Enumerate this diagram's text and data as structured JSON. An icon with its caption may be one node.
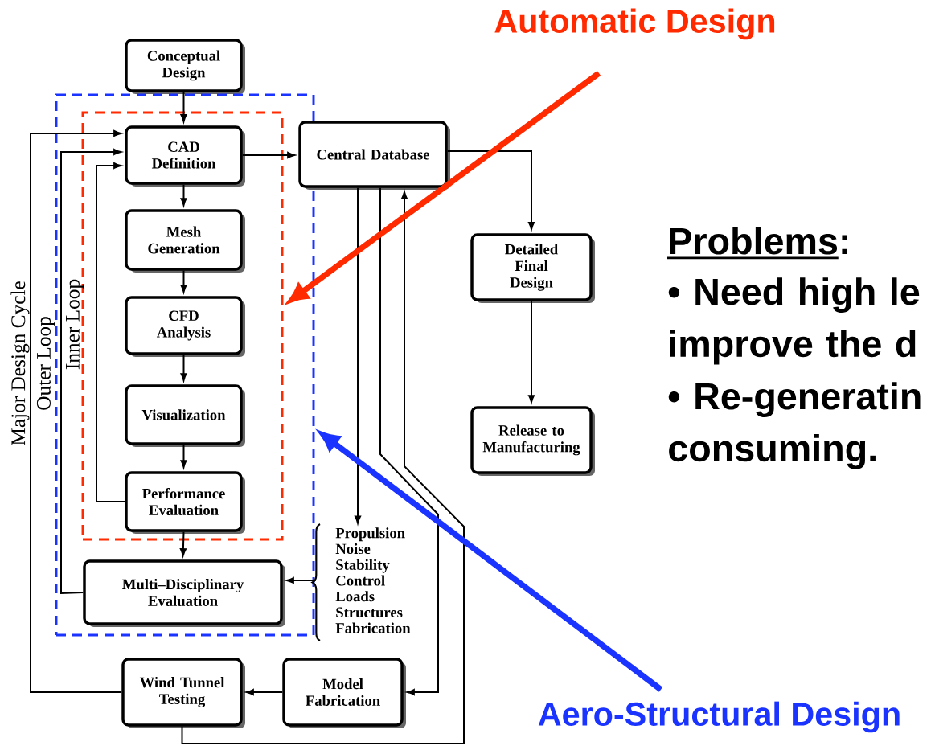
{
  "diagram": {
    "nodes": [
      {
        "text": [
          "Conceptual Design"
        ]
      },
      {
        "text": [
          "Outer Loop"
        ]
      },
      {
        "text": [
          "Inner Loop"
        ],
        "in": 1
      },
      {
        "text": [
          "CAD Definition"
        ],
        "in": 2
      },
      {
        "text": [
          "Mesh Generation"
        ],
        "in": 2
      },
      {
        "text": [
          "CFD Analysis"
        ],
        "in": 2
      },
      {
        "text": [
          "Visualization"
        ],
        "in": 2
      },
      {
        "text": [
          "Performance Evaluation"
        ],
        "in": 2
      },
      {
        "text": [
          "Multi–Disciplinary Evaluation"
        ],
        "in": 1
      },
      {
        "text": [
          "Central Database"
        ]
      },
      {
        "text": [
          "Detailed Final Design"
        ]
      },
      {
        "text": [
          "Release to Manufacturing"
        ]
      },
      {
        "text": [
          "Propulsion",
          "Noise",
          "Stability",
          "Control",
          "Loads",
          "Structures",
          "Fabrication"
        ]
      },
      {
        "text": [
          "Wind Tunnel Testing"
        ]
      },
      {
        "text": [
          "Model Fabrication"
        ]
      },
      {
        "text": [
          "Automatic Design"
        ]
      },
      {
        "text": [
          "Aero-Structural Design"
        ]
      }
    ],
    "edges": [
      {
        "from": 0,
        "to": 3,
        "arrow": "to"
      },
      {
        "from": 3,
        "to": 4,
        "arrow": "to"
      },
      {
        "from": 4,
        "to": 5,
        "arrow": "to"
      },
      {
        "from": 5,
        "to": 6,
        "arrow": "to"
      },
      {
        "from": 6,
        "to": 7,
        "arrow": "to"
      },
      {
        "from": 7,
        "to": 8,
        "arrow": "to"
      },
      {
        "from": 7,
        "to": 3,
        "arrow": "to"
      },
      {
        "from": 8,
        "to": 3,
        "arrow": "to"
      },
      {
        "from": 13,
        "to": 3,
        "arrow": "to"
      },
      {
        "from": 3,
        "to": 9,
        "arrow": "to"
      },
      {
        "from": 9,
        "to": 10,
        "arrow": "to"
      },
      {
        "from": 10,
        "to": 11,
        "arrow": "to"
      },
      {
        "from": 9,
        "to": 12,
        "arrow": "to"
      },
      {
        "from": 9,
        "to": 14,
        "arrow": "to"
      },
      {
        "from": 13,
        "to": 9,
        "arrow": "to"
      },
      {
        "from": 12,
        "to": 8,
        "arrow": "to"
      },
      {
        "from": 14,
        "to": 13,
        "arrow": "to"
      },
      {
        "from": 15,
        "to": 2,
        "arrow": "to",
        "style": "thick",
        "color": "#ff2a00"
      },
      {
        "from": 16,
        "to": 1,
        "arrow": "to",
        "style": "thick",
        "color": "#1a33ff"
      }
    ],
    "labels": [
      "Major Design Cycle",
      "Problems:",
      "• Need high le improve the d",
      "• Re-generatin consuming."
    ]
  }
}
